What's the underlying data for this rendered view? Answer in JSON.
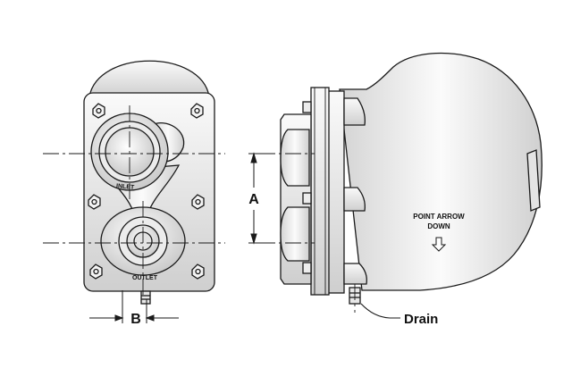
{
  "labels": {
    "inlet": "INLET",
    "outlet": "OUTLET",
    "dim_a": "A",
    "dim_b": "B",
    "point_arrow_line1": "POINT ARROW",
    "point_arrow_line2": "DOWN",
    "drain": "Drain"
  },
  "colors": {
    "stroke": "#1a1a1a",
    "body_gradient_light": "#ffffff",
    "body_gradient_dark": "#c8c8c8"
  }
}
